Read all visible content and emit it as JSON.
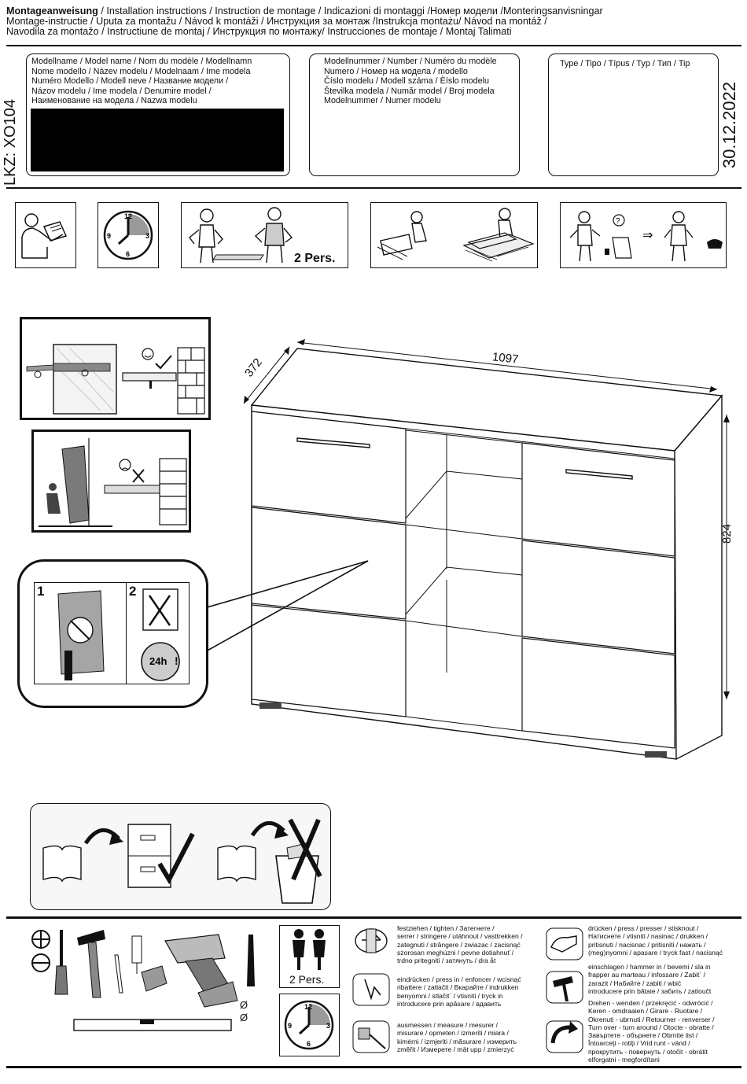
{
  "header": {
    "line1_title": "Montageanweisung",
    "line1_rest": "  / Installation instructions / Instruction de montage / Indicazioni di montaggi /Номер модели /Monteringsanvisningar",
    "line2": "Montage-instructie / Uputa za montažu / Návod k montáži / Инструкция за монтаж /Instrukcja montażu/ Návod na montáž /",
    "line3": "Navodila za montažo / Instructiune de montaj / Инструкция по монтажу/ Instrucciones de montaje / Montaj Talimati"
  },
  "lkz": "LKZ: XO104",
  "date": "30.12.2022",
  "model_name_box": {
    "lines": [
      "Modellname / Model name / Nom du modèle / Modellnamn",
      "Nome modello / Název modelu / Modelnaam / Ime modela",
      "Numéro Modello / Modell neve / Название модели /",
      "Názov modelu / Ime modela / Denumire model /",
      "Наименование на модела / Nazwa modelu"
    ]
  },
  "model_number_box": {
    "lines": [
      "Modellnummer / Number / Numéro du modèle",
      "Numero /  Номер на модела / modello",
      "Číslo modelu / Modell száma / Èíslo modelu",
      "Številka modela / Număr model / Broj modela",
      "Modelnummer / Numer modelu"
    ]
  },
  "type_box": {
    "label": "Type / Tipo / Típus / Typ / Тип / Tip"
  },
  "top_icons": {
    "two_persons": "2 Pers."
  },
  "dimensions": {
    "width": "1097",
    "depth": "372",
    "height": "824"
  },
  "care_panel": {
    "step1": "1",
    "step2": "2",
    "hours": "24h",
    "exclaim": "!"
  },
  "tools": {
    "diameter_1": "Ø",
    "diameter_2": "Ø"
  },
  "persons_box": {
    "label": "2 Pers."
  },
  "legend": {
    "tighten": [
      "festziehen / tighten / Затегнете /",
      "serrer / stringere / utáhnout / vasttrekken /",
      "zategnuti / strângere / zwiazac / zacisnąć",
      "szorosan meghúzni / pevne dotiahnut´/",
      "trdno pritegniti / затянуть / dra åt"
    ],
    "press_in": [
      "eindrücken / press in / enfoncer / wcisnąć",
      "ribattere / zatlačit / Вкарайте / indrukken",
      "benyomni / stlačit´ / vtisniti / tryck in",
      "introducere prin apăsare / вдавить"
    ],
    "measure": [
      "ausmessen / measure / mesurer /",
      "misurare / opmeten / izmeriti / miara /",
      "kimérni / izmjeriti / măsurare / измерить",
      "změřit / Измерете / mät upp / zmierzyć"
    ],
    "press": [
      "drücken / press / presser / stisknout /",
      "Натиснете / vtisniti / nasinac / drukken /",
      "pritisnuti / nacisnac / pritisniti / нажать /",
      "(meg)nyomni / apasare / tryck fast / nacisnąć"
    ],
    "hammer": [
      "einschlagen / hammer in / bevemi / sla in",
      "frapper au marteau / infossare / Zabit´ /",
      "zarazit / Набийте / zabiti / wbić",
      "introducere prin bătaie / забить / zatloučt"
    ],
    "turn": [
      "Drehen - wenden / przekręcić - odwrócić /",
      "Keren - omdraaien / Girare - Ruotare /",
      "Okrenuti - ubrnuti / Retourner - renverser /",
      "Turn over - turn around / Otocte - obratte /",
      "Завъртете - обърнете / Obrnite list /",
      "Întoarceţi - rotiţi / Vrid runt - vänd /",
      "прокрутить - повернуть / otočit - obrátit",
      "elforgatni - megfordítani"
    ]
  }
}
